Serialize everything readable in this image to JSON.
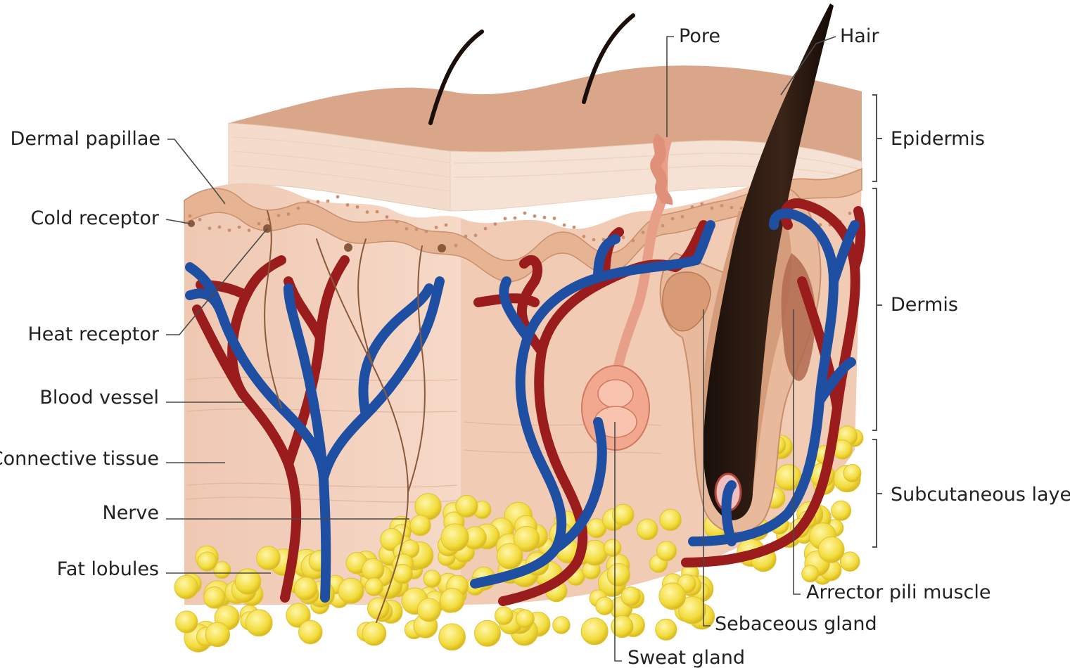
{
  "diagram": {
    "labels_left": {
      "dermal_papillae": "Dermal papillae",
      "cold_receptor": "Cold receptor",
      "heat_receptor": "Heat receptor",
      "blood_vessel": "Blood vessel",
      "connective_tissue": "Connective tissue",
      "nerve": "Nerve",
      "fat_lobules": "Fat lobules"
    },
    "labels_top": {
      "pore": "Pore",
      "hair": "Hair"
    },
    "labels_right": {
      "epidermis": "Epidermis",
      "dermis": "Dermis",
      "subcutaneous_layer": "Subcutaneous layer"
    },
    "labels_bottom": {
      "arrector_pili_muscle": "Arrector pili muscle",
      "sebaceous_gland": "Sebaceous gland",
      "sweat_gland": "Sweat gland"
    },
    "colors": {
      "artery": "#9b1c1c",
      "vein": "#1f4fa3",
      "fat": "#f2dc3c",
      "skin_top": "#dba88c",
      "dermis": "#f2cdb8",
      "hair": "#2a1a12"
    }
  }
}
